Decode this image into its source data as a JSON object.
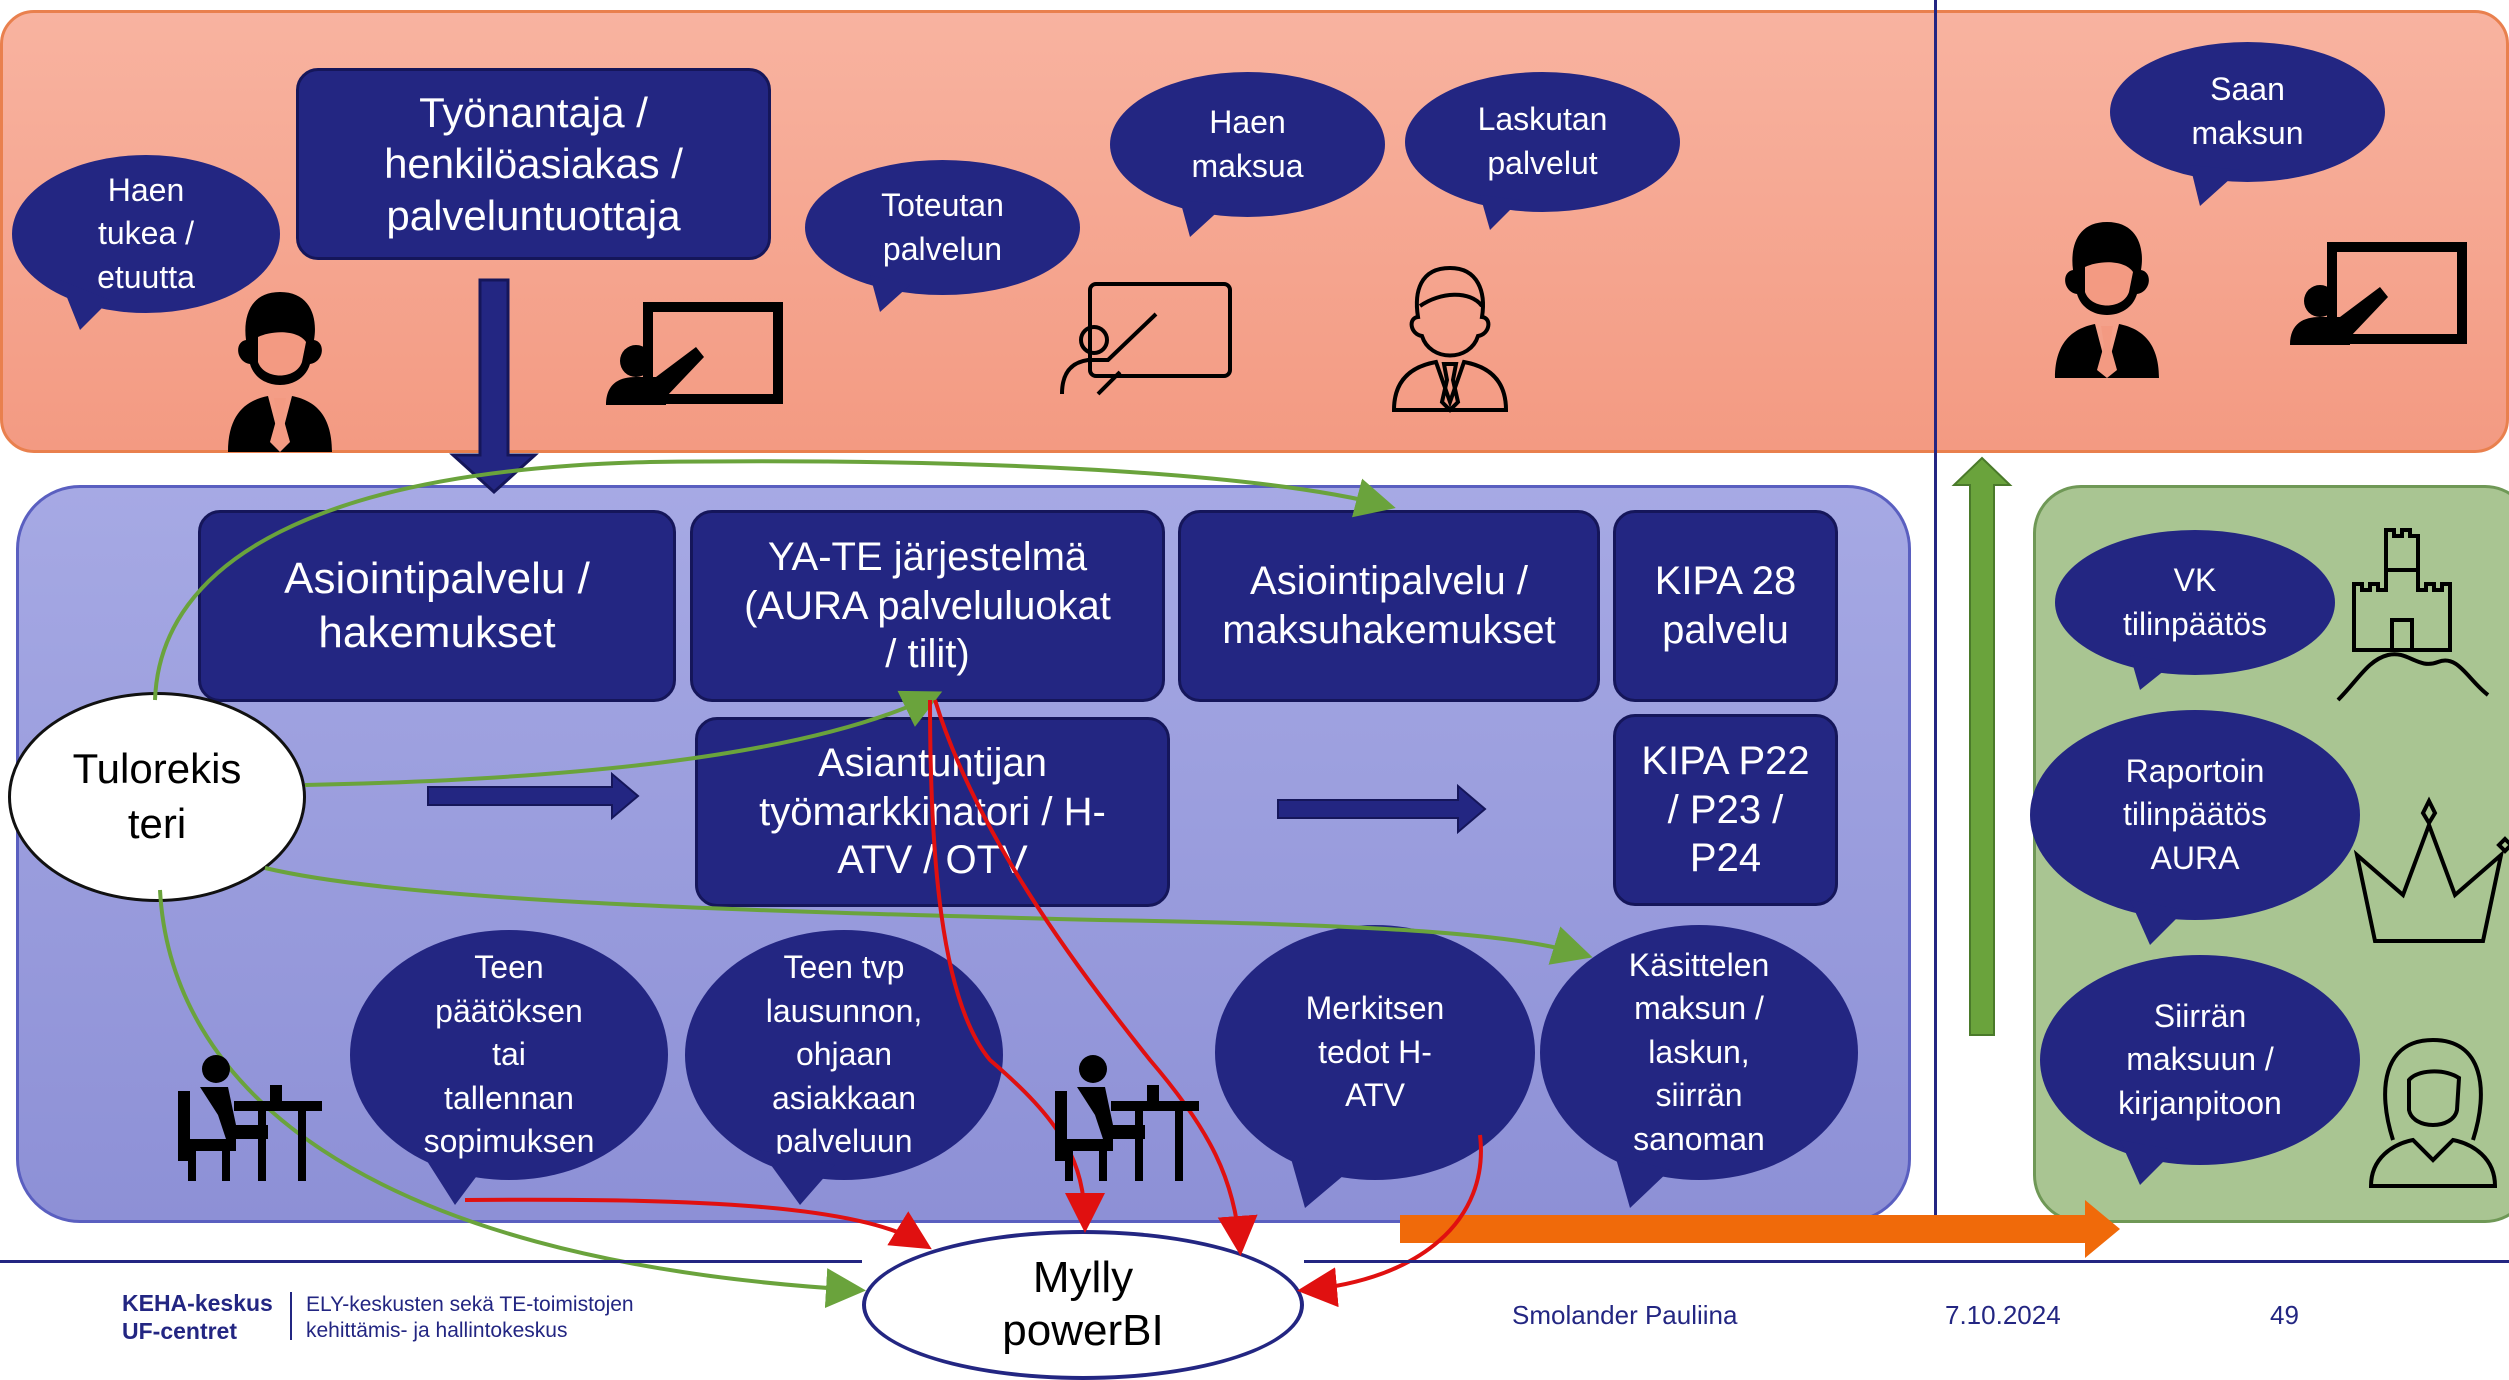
{
  "top": {
    "main_box": "Työnantaja /\nhenkilöasiakas /\npalveluntuottaja",
    "bubbles": {
      "haen_tukea": "Haen\ntukea /\netuutta",
      "toteutan": "Toteutan\npalvelun",
      "haen_maksua": "Haen\nmaksua",
      "laskutan": "Laskutan\npalvelut",
      "saan_maksun": "Saan\nmaksun"
    }
  },
  "middle": {
    "boxes": {
      "asiointipalvelu_hakemukset": "Asiointipalvelu /\nhakemukset",
      "ya_te": "YA-TE järjestelmä\n(AURA palveluluokat\n/ tilit)",
      "asiointipalvelu_maksu": "Asiointipalvelu /\nmaksuhakemukset",
      "kipa28": "KIPA 28\npalvelu",
      "asiantuntijan": "Asiantuntijan\ntyömarkkinatori / H-\nATV / OTV",
      "kipa_p22": "KIPA P22\n/ P23 /\nP24"
    },
    "tulorekisteri": "Tulorekis\nteri",
    "bubbles": {
      "teen_paatoksen": "Teen\npäätöksen\ntai\ntallennan\nsopimuksen",
      "teen_tvp": "Teen tvp\nlausunnon,\nohjaan\nasiakkaan\npalveluun",
      "merkitsen": "Merkitsen\ntedot H-\nATV",
      "kasittelen": "Käsittelen\nmaksun /\nlaskun,\nsiirrän\nsanoman"
    }
  },
  "right": {
    "bubbles": {
      "vk": "VK\ntilinpäätös",
      "raportoin": "Raportoin\ntilinpäätös\nAURA",
      "siirran": "Siirrän\nmaksuun /\nkirjanpitoon"
    }
  },
  "mylly": "Mylly\npowerBI",
  "footer": {
    "org_bold": "KEHA-keskus",
    "org_bold2": "UF-centret",
    "org_desc": "ELY-keskusten sekä TE-toimistojen",
    "org_desc2": "kehittämis- ja hallintokeskus",
    "author": "Smolander Pauliina",
    "date": "7.10.2024",
    "page": "49"
  },
  "colors": {
    "dark_blue": "#232682",
    "top_band": "#f39a82",
    "mid_band": "#9a9de0",
    "right_band": "#a9c592",
    "arrow_green": "#6aa33c",
    "arrow_red": "#e01010",
    "arrow_orange": "#f06a0a"
  },
  "icons": [
    "businessman-icon",
    "teacher-board-icon",
    "presenter-icon",
    "man-outline-icon",
    "desk-worker-icon",
    "castle-icon",
    "crown-icon",
    "woman-icon"
  ]
}
